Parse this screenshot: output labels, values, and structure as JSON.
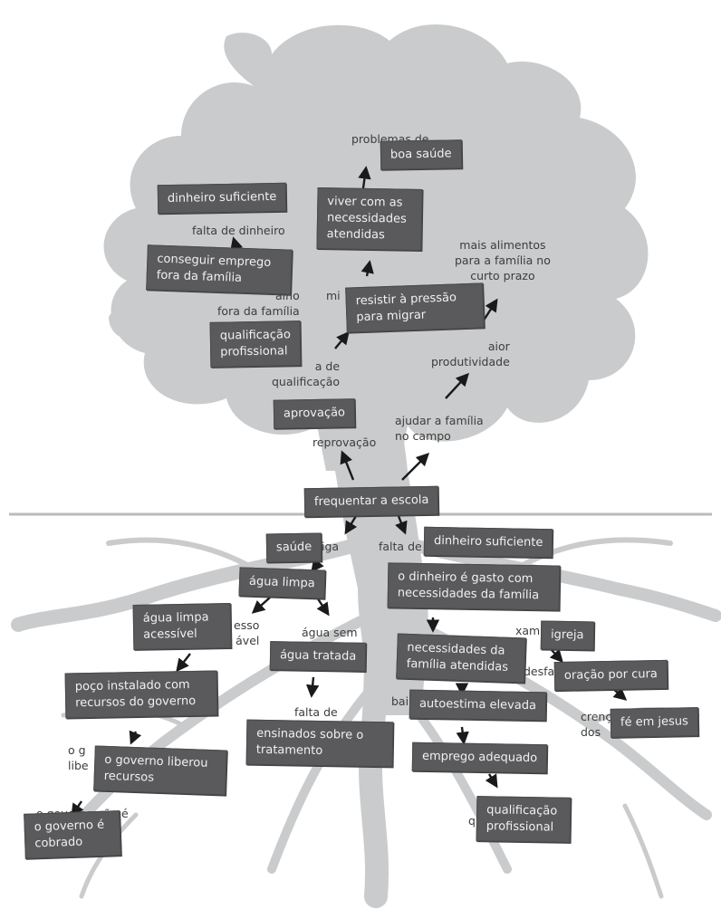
{
  "notes": {
    "boa_saude": "boa saúde",
    "viver_necessidades": "viver com as\nnecessidades\natendidas",
    "dinheiro_suficiente_top": "dinheiro suficiente",
    "conseguir_emprego": "conseguir emprego\nfora da família",
    "resistir_pressao": "resistir à pressão\npara migrar",
    "qualificacao_top": "qualificação\nprofissional",
    "aprovacao": "aprovação",
    "frequentar_escola": "frequentar a escola",
    "saude": "saúde",
    "dinheiro_suficiente_root": "dinheiro suficiente",
    "agua_limpa": "água limpa",
    "dinheiro_gasto": "o dinheiro é gasto com\nnecessidades da família",
    "agua_limpa_acessivel": "água limpa\nacessível",
    "agua_tratada": "água tratada",
    "igreja": "igreja",
    "necessidades_atendidas": "necessidades da\nfamília atendidas",
    "oracao_cura": "oração por cura",
    "poco_instalado": "poço instalado com\nrecursos do governo",
    "autoestima": "autoestima elevada",
    "fe_jesus": "fé em jesus",
    "ensinados": "ensinados sobre o\ntratamento",
    "governo_liberou": "o governo liberou\nrecursos",
    "emprego_adequado": "emprego adequado",
    "qualificacao_root": "qualificação\nprofissional",
    "governo_cobrado": "o governo é\ncobrado"
  },
  "under": {
    "problemas_de": "problemas de",
    "falta_dinheiro": "falta de dinheiro",
    "mais_alimentos": "mais alimentos\npara a família no\ncurto prazo",
    "alho_fora": "alho\nfora da família",
    "mi": "mi",
    "maior_produtividade": "aior\nprodutividade",
    "qualificacao_partial": "a de\nqualificação",
    "ajudar_familia": "ajudar a família\nno campo",
    "reprovacao": "reprovação",
    "falta_de_root": "falta de",
    "iga": "iga",
    "esso_avel": "esso\nável",
    "agua_sem": "água sem",
    "xam": "xam",
    "desfa": "desfa",
    "bai": "bai",
    "crena_dos": "crenç\ndos",
    "falta_de_ens": "falta de",
    "o_g_libe": "o g\nlibe",
    "o_governo_nao": "o governo não é",
    "qu": "qu"
  }
}
